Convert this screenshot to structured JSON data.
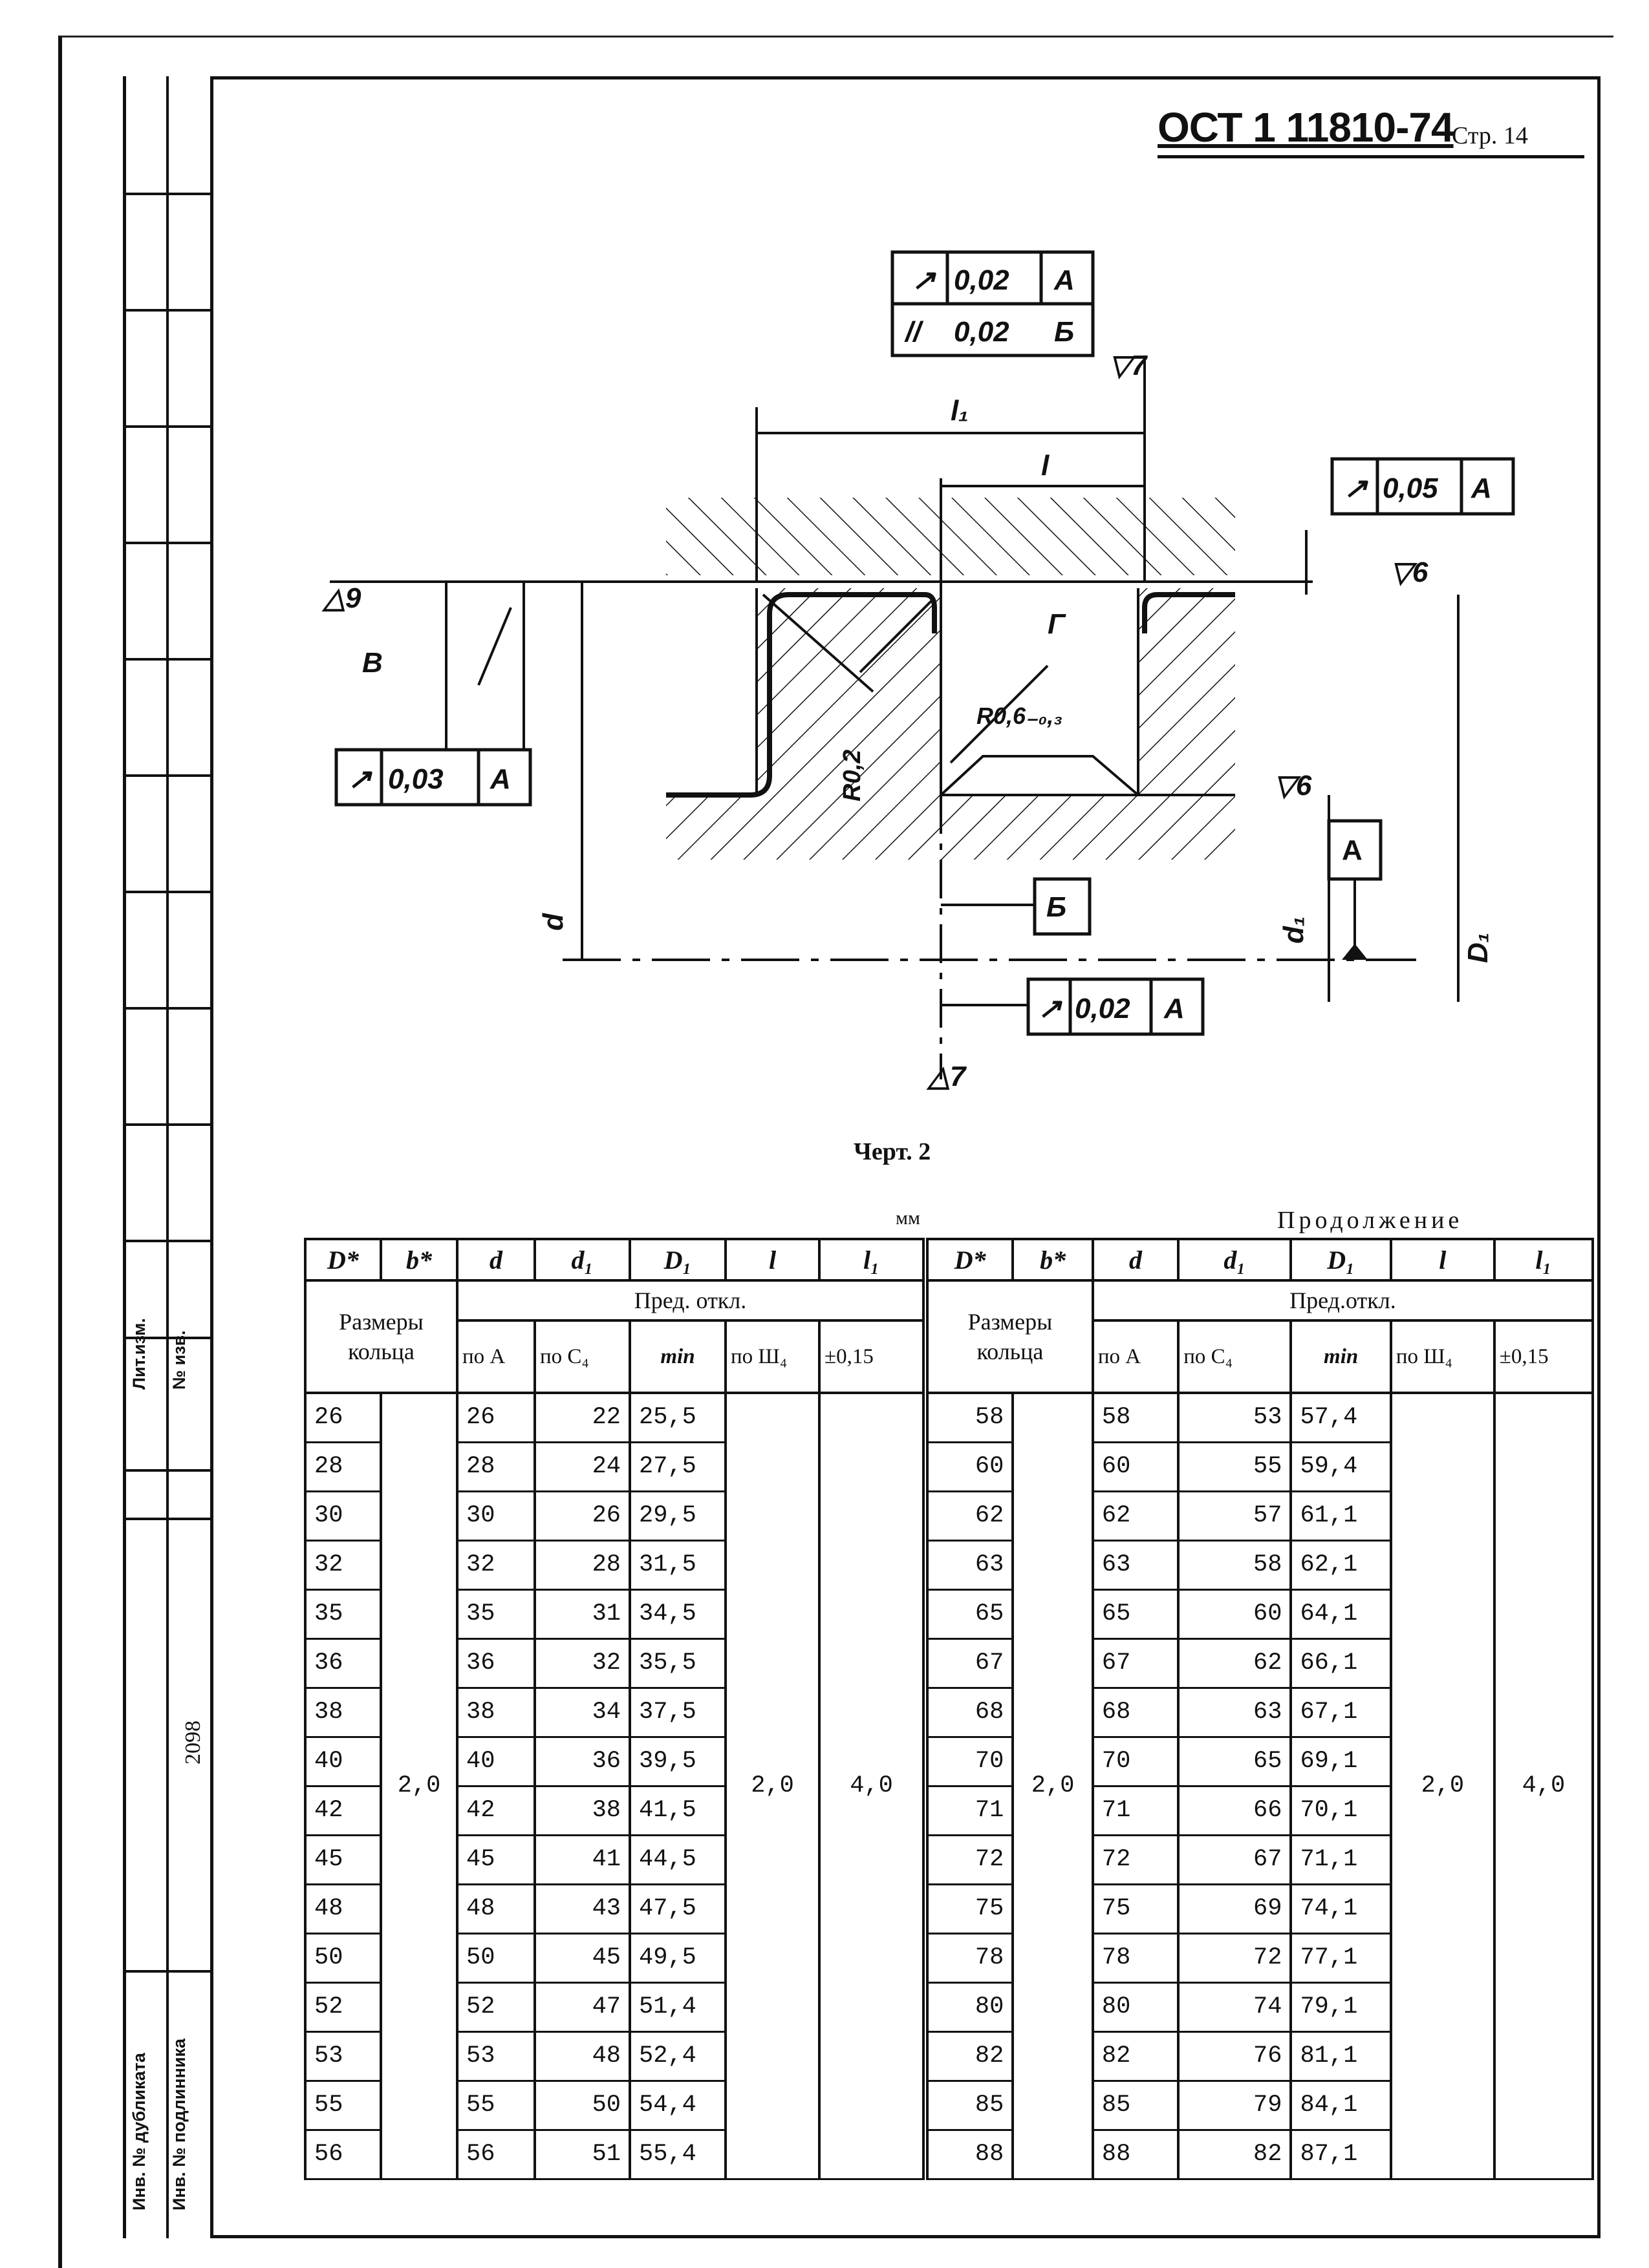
{
  "header": {
    "code": "ОСТ 1 11810-74",
    "page": "Стр. 14"
  },
  "side_block": {
    "rev_label": "Лит.изм.",
    "change_no_label": "№ изв.",
    "original_no_label": "Инв. № подлинника",
    "duplicate_no_label": "Инв. № дубликата",
    "inventory_number": "2098"
  },
  "drawing": {
    "frame_top_1": {
      "sym": "↗",
      "value": "0,02",
      "base": "А"
    },
    "frame_top_2": {
      "sym": "//",
      "value": "0,02",
      "base": "Б"
    },
    "frame_right": {
      "sym": "↗",
      "value": "0,05",
      "base": "А"
    },
    "frame_left": {
      "sym": "↗",
      "value": "0,03",
      "base": "А"
    },
    "frame_bottom": {
      "sym": "↗",
      "value": "0,02",
      "base": "А"
    },
    "datum_a": "А",
    "datum_b": "Б",
    "surface_9": "△9",
    "surface_7_top": "▽7",
    "surface_6_top": "▽6",
    "surface_6_mid": "▽6",
    "surface_7_bottom": "△7",
    "label_l1": "l₁",
    "label_l": "l",
    "label_v": "В",
    "label_g": "Г",
    "label_r02": "R0,2",
    "label_r06": "R0,6₋₀,₃",
    "label_d": "d",
    "label_d1": "d₁",
    "label_D1": "D₁"
  },
  "caption": "Черт. 2",
  "unit": "мм",
  "continuation": "Продолжение",
  "table": {
    "headers": [
      "D*",
      "b*",
      "d",
      "d₁",
      "D₁",
      "l",
      "l₁"
    ],
    "ring_sizes": "Размеры кольца",
    "limit_dev": "Пред. откл.",
    "limit_dev_right": "Пред.откл.",
    "sub": [
      "по А",
      "по С₄",
      "min",
      "по Ш₄",
      "±0,15"
    ],
    "left": {
      "D": [
        "26",
        "28",
        "30",
        "32",
        "35",
        "36",
        "38",
        "40",
        "42",
        "45",
        "48",
        "50",
        "52",
        "53",
        "55",
        "56"
      ],
      "b": "2,0",
      "d": [
        "26",
        "28",
        "30",
        "32",
        "35",
        "36",
        "38",
        "40",
        "42",
        "45",
        "48",
        "50",
        "52",
        "53",
        "55",
        "56"
      ],
      "d1": [
        "22",
        "24",
        "26",
        "28",
        "31",
        "32",
        "34",
        "36",
        "38",
        "41",
        "43",
        "45",
        "47",
        "48",
        "50",
        "51"
      ],
      "D1": [
        "25,5",
        "27,5",
        "29,5",
        "31,5",
        "34,5",
        "35,5",
        "37,5",
        "39,5",
        "41,5",
        "44,5",
        "47,5",
        "49,5",
        "51,4",
        "52,4",
        "54,4",
        "55,4"
      ],
      "l": "2,0",
      "l1": "4,0"
    },
    "right": {
      "D": [
        "58",
        "60",
        "62",
        "63",
        "65",
        "67",
        "68",
        "70",
        "71",
        "72",
        "75",
        "78",
        "80",
        "82",
        "85",
        "88"
      ],
      "b": "2,0",
      "d": [
        "58",
        "60",
        "62",
        "63",
        "65",
        "67",
        "68",
        "70",
        "71",
        "72",
        "75",
        "78",
        "80",
        "82",
        "85",
        "88"
      ],
      "d1": [
        "53",
        "55",
        "57",
        "58",
        "60",
        "62",
        "63",
        "65",
        "66",
        "67",
        "69",
        "72",
        "74",
        "76",
        "79",
        "82"
      ],
      "D1": [
        "57,4",
        "59,4",
        "61,1",
        "62,1",
        "64,1",
        "66,1",
        "67,1",
        "69,1",
        "70,1",
        "71,1",
        "74,1",
        "77,1",
        "79,1",
        "81,1",
        "84,1",
        "87,1"
      ],
      "l": "2,0",
      "l1": "4,0"
    }
  }
}
